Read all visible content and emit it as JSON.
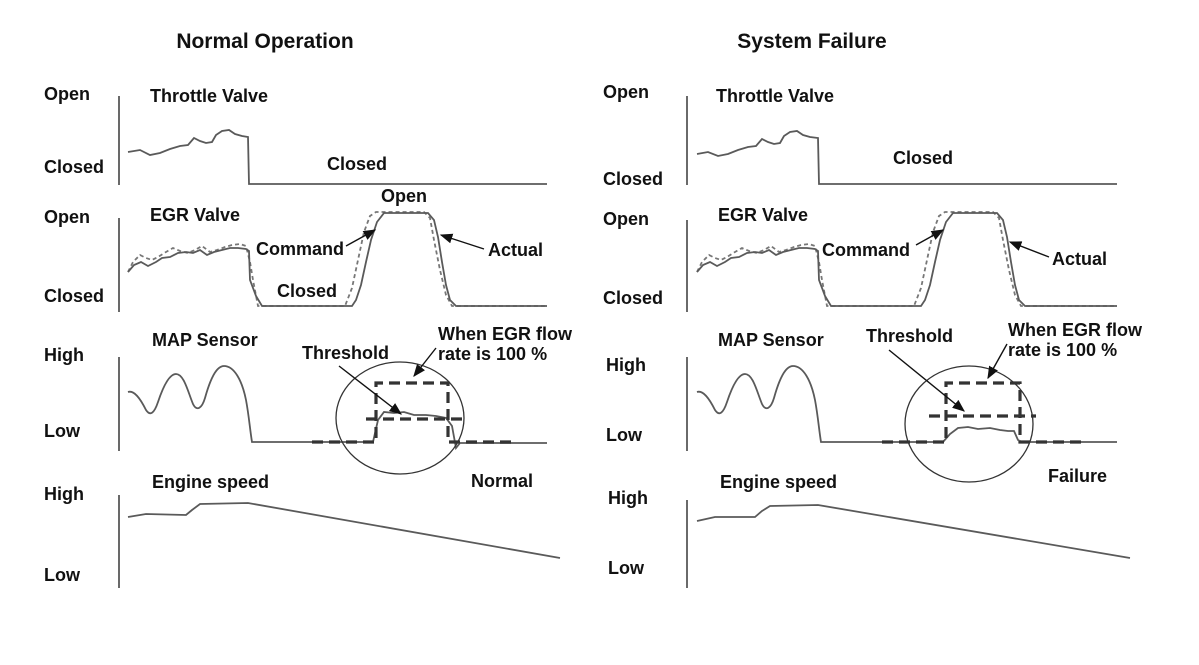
{
  "panels": {
    "normal": {
      "title": "Normal Operation",
      "throttle": {
        "label": "Throttle Valve",
        "y_top": "Open",
        "y_bottom": "Closed",
        "annotation": "Closed"
      },
      "egr": {
        "label": "EGR Valve",
        "y_top": "Open",
        "y_bottom": "Closed",
        "open_annotation": "Open",
        "closed_annotation": "Closed",
        "command_label": "Command",
        "actual_label": "Actual"
      },
      "map": {
        "label": "MAP Sensor",
        "y_top": "High",
        "y_bottom": "Low",
        "threshold_label": "Threshold",
        "flow_label_1": "When EGR flow",
        "flow_label_2": "rate is 100 %",
        "result_label": "Normal"
      },
      "engine": {
        "label": "Engine speed",
        "y_top": "High",
        "y_bottom": "Low"
      }
    },
    "failure": {
      "title": "System Failure",
      "throttle": {
        "label": "Throttle Valve",
        "y_top": "Open",
        "y_bottom": "Closed",
        "annotation": "Closed"
      },
      "egr": {
        "label": "EGR Valve",
        "y_top": "Open",
        "y_bottom": "Closed",
        "command_label": "Command",
        "actual_label": "Actual"
      },
      "map": {
        "label": "MAP Sensor",
        "y_top": "High",
        "y_bottom": "Low",
        "threshold_label": "Threshold",
        "flow_label_1": "When EGR flow",
        "flow_label_2": "rate is 100 %",
        "result_label": "Failure"
      },
      "engine": {
        "label": "Engine speed",
        "y_top": "High",
        "y_bottom": "Low"
      }
    }
  }
}
